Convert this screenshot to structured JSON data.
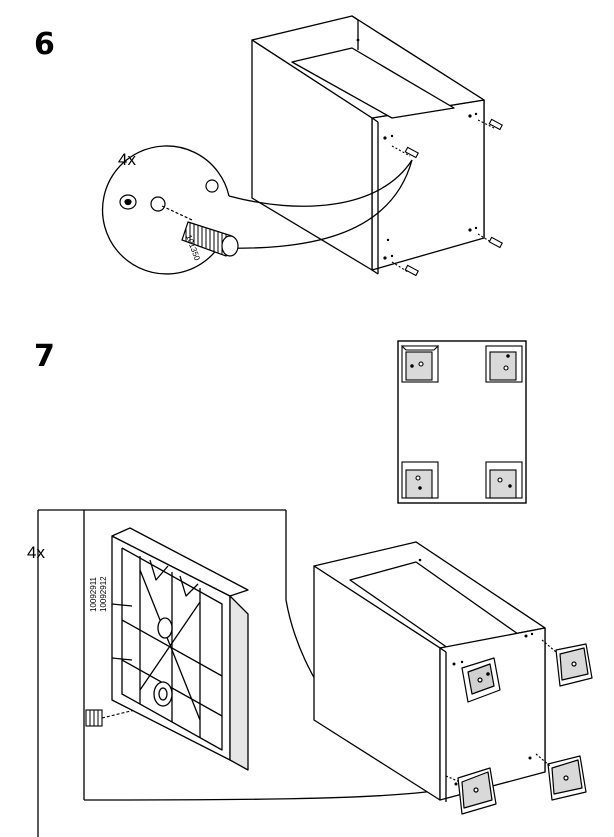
{
  "steps": [
    {
      "number": "6",
      "quantity": "4x",
      "part_code": "101350"
    },
    {
      "number": "7",
      "quantity": "4x",
      "part_codes": [
        "10092911",
        "10092912"
      ]
    }
  ],
  "colors": {
    "line": "#000000",
    "background": "#ffffff",
    "foot_fill": "#d9d9d9",
    "foot_shade": "#b8b8b8"
  }
}
